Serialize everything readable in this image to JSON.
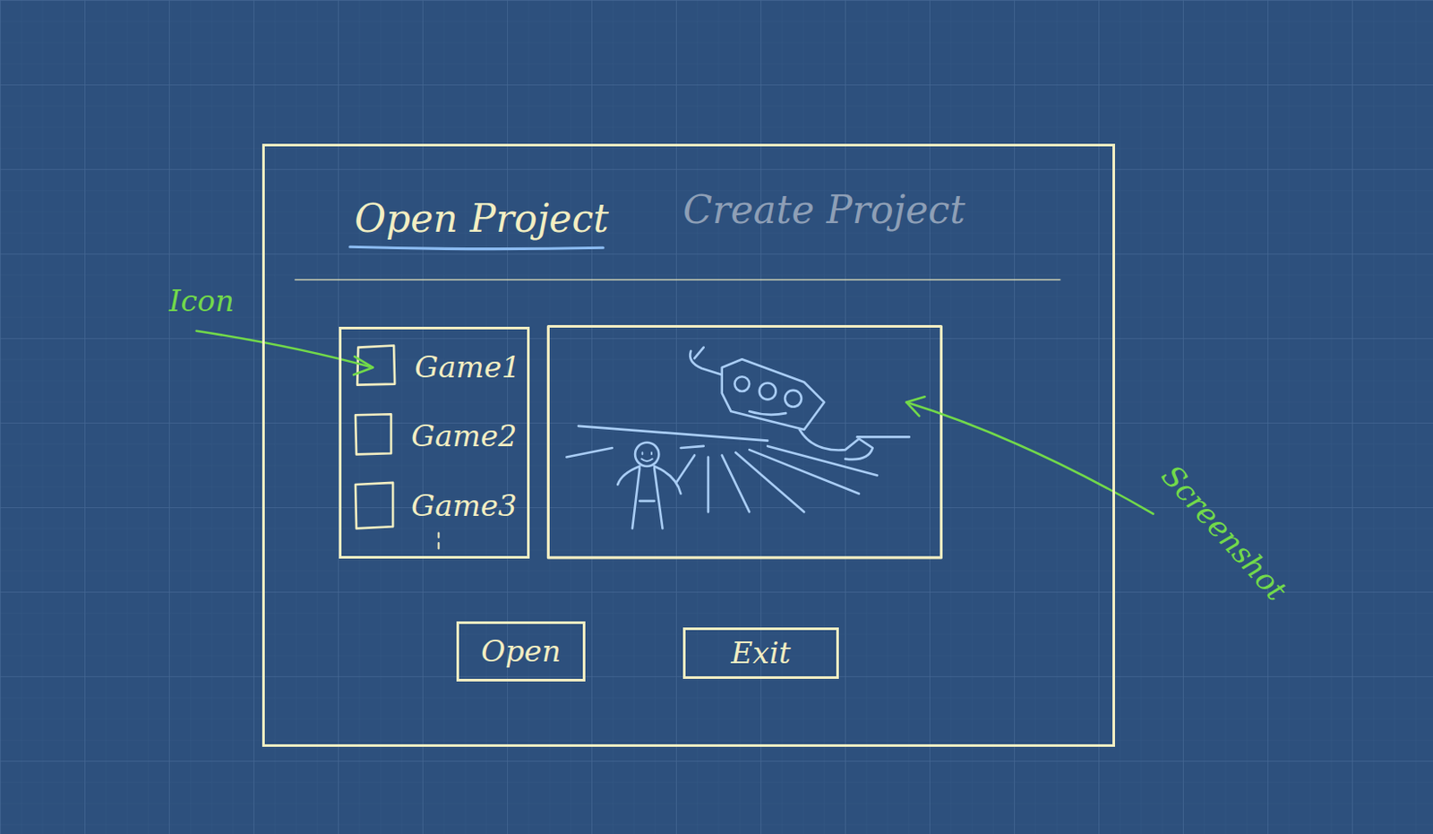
{
  "diagram": {
    "nodes": [
      {
        "text": [
          "Open Project",
          "Create Project"
        ]
      },
      {
        "text": [
          "Game1",
          "Game2",
          "Game3"
        ],
        "in": 0
      },
      {
        "text": [
          "Open"
        ],
        "in": 0
      },
      {
        "text": [
          "Exit"
        ],
        "in": 0
      }
    ],
    "labels": [
      "Icon",
      "Screenshot"
    ]
  }
}
